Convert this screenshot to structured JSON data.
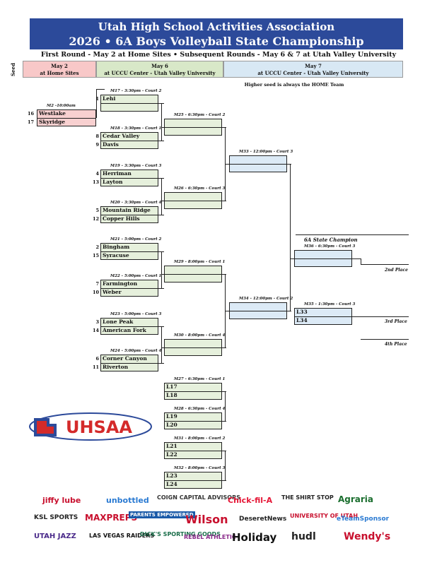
{
  "header": {
    "line1": "Utah High School Activities Association",
    "line2": "2026 • 6A Boys Volleyball State Championship",
    "subtitle": "First Round - May 2 at Home Sites  •  Subsequent Rounds - May 6 & 7 at Utah Valley University"
  },
  "seed_label": "Seed",
  "rounds": [
    {
      "date": "May 2",
      "site": "at Home Sites"
    },
    {
      "date": "May 6",
      "site": "at UCCU Center - Utah Valley University"
    },
    {
      "date": "May 7",
      "site": "at UCCU Center - Utah Valley University"
    }
  ],
  "note": "Higher seed is always the HOME Team",
  "champion_label": "6A State Champion",
  "places": {
    "second": "2nd Place",
    "third": "3rd Place",
    "fourth": "4th Place"
  },
  "logo_text": "UHSAA",
  "m2": {
    "label": "M2 -10:00am",
    "t1": "Westlake",
    "s1": "16",
    "t2": "Skyridge",
    "s2": "17"
  },
  "r1": [
    {
      "label": "M17 - 3:30pm - Court 2",
      "s1": "1",
      "t1": "Lehi",
      "s2": "",
      "t2": ""
    },
    {
      "label": "M18 - 3:30pm - Court 1",
      "s1": "8",
      "t1": "Cedar Valley",
      "s2": "9",
      "t2": "Davis"
    },
    {
      "label": "M19 - 3:30pm - Court 3",
      "s1": "4",
      "t1": "Herriman",
      "s2": "13",
      "t2": "Layton"
    },
    {
      "label": "M20 - 3:30pm - Court 4",
      "s1": "5",
      "t1": "Mountain Ridge",
      "s2": "12",
      "t2": "Copper Hills"
    },
    {
      "label": "M21 - 5:00pm - Court 2",
      "s1": "2",
      "t1": "Bingham",
      "s2": "15",
      "t2": "Syracuse"
    },
    {
      "label": "M22 - 5:00pm - Court 1",
      "s1": "7",
      "t1": "Farmington",
      "s2": "10",
      "t2": "Weber"
    },
    {
      "label": "M23 - 5:00pm - Court 3",
      "s1": "3",
      "t1": "Lone Peak",
      "s2": "14",
      "t2": "American Fork"
    },
    {
      "label": "M24 - 5:00pm - Court 4",
      "s1": "6",
      "t1": "Corner Canyon",
      "s2": "11",
      "t2": "Riverton"
    }
  ],
  "r2": [
    {
      "label": "M25 - 6:30pm - Court 2"
    },
    {
      "label": "M26 - 6:30pm - Court 3"
    },
    {
      "label": "M29 - 8:00pm - Court 1"
    },
    {
      "label": "M30 - 8:00pm - Court 4"
    }
  ],
  "r3": [
    {
      "label": "M33 - 12:00pm - Court 3"
    },
    {
      "label": "M34 - 12:00pm - Court 2"
    }
  ],
  "m36": {
    "label": "M36 - 6:30pm - Court 3"
  },
  "m35": {
    "label": "M35 - 1:30pm - Court 3",
    "t1": "L33",
    "t2": "L34"
  },
  "cons": [
    {
      "label": "M27 - 6:30pm - Court 1",
      "t1": "L17",
      "t2": "L18"
    },
    {
      "label": "M28 - 6:30pm - Court 4",
      "t1": "L19",
      "t2": "L20"
    },
    {
      "label": "M31 - 8:00pm - Court 2",
      "t1": "L21",
      "t2": "L22"
    },
    {
      "label": "M32 - 8:00pm - Court 3",
      "t1": "L23",
      "t2": "L24"
    }
  ],
  "sponsors": [
    "jiffy lube",
    "unbottled",
    "COIGN CAPITAL ADVISORS",
    "Chick-fil-A",
    "THE SHIRT STOP",
    "Agraria",
    "KSL SPORTS",
    "MAXPREPS",
    "PARENTS EMPOWERED",
    "Wilson",
    "DeseretNews",
    "UNIVERSITY OF UTAH",
    "eTeamSponsor",
    "UTAH JAZZ",
    "LAS VEGAS RAIDERS",
    "DICK'S SPORTING GOODS",
    "REBEL ATHLETIC",
    "Holiday",
    "hudl",
    "Wendy's"
  ],
  "colors": {
    "banner": "#2c4a9a",
    "pink": "#f8c8c8",
    "green": "#d8e8c8",
    "blue": "#d8e8f4"
  }
}
